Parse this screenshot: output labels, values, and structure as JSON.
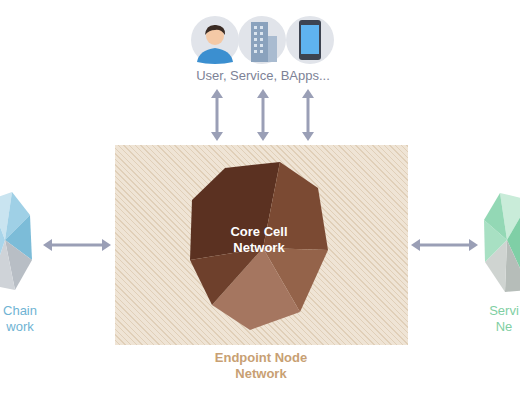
{
  "diagram": {
    "nodes": [
      {
        "text": [
          "User, Service, BApps..."
        ]
      },
      {
        "text": [
          "Chain work"
        ]
      },
      {
        "text": [
          "Endpoint Node Network"
        ]
      },
      {
        "text": [
          "Core Cell Network"
        ],
        "in": 2
      },
      {
        "text": [
          "Servi Ne"
        ]
      }
    ],
    "edges": [
      {
        "from": 0,
        "to": 2,
        "arrow": "both"
      },
      {
        "from": 0,
        "to": 2,
        "arrow": "both"
      },
      {
        "from": 0,
        "to": 2,
        "arrow": "both"
      },
      {
        "from": 1,
        "to": 2,
        "arrow": "both"
      },
      {
        "from": 2,
        "to": 4,
        "arrow": "both"
      }
    ]
  }
}
